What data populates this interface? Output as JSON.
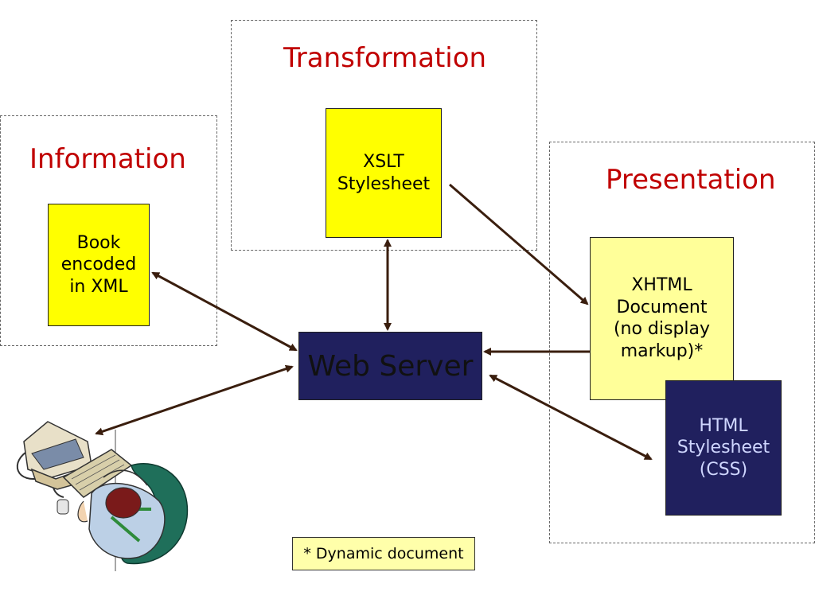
{
  "groups": {
    "information": {
      "title": "Information"
    },
    "transformation": {
      "title": "Transformation"
    },
    "presentation": {
      "title": "Presentation"
    }
  },
  "nodes": {
    "book": {
      "label": "Book\nencoded\nin XML"
    },
    "xslt": {
      "label": "XSLT\nStylesheet"
    },
    "xhtml": {
      "label": "XHTML\nDocument\n(no display\nmarkup)*"
    },
    "css": {
      "label": "HTML\nStylesheet\n(CSS)"
    },
    "webserver": {
      "label": "Web Server"
    }
  },
  "note": {
    "label": "* Dynamic document"
  },
  "colors": {
    "heading": "#c00000",
    "yellow": "#ffff00",
    "pale_yellow": "#ffff99",
    "navy": "#20205e",
    "arrow": "#3a1e0e"
  },
  "icons": {
    "user": "person-at-computer-icon"
  }
}
